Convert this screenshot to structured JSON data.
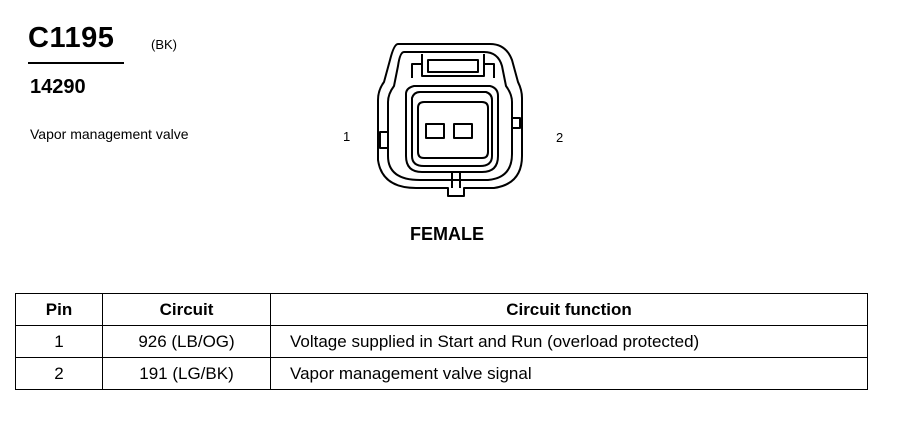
{
  "connector": {
    "id": "C1195",
    "color_code": "(BK)",
    "part_number": "14290",
    "description": "Vapor management valve",
    "gender": "FEMALE",
    "pin_left": "1",
    "pin_right": "2"
  },
  "table": {
    "headers": [
      "Pin",
      "Circuit",
      "Circuit function"
    ],
    "rows": [
      {
        "pin": "1",
        "circuit": "926 (LB/OG)",
        "function": "Voltage supplied in Start and Run (overload protected)"
      },
      {
        "pin": "2",
        "circuit": "191 (LG/BK)",
        "function": "Vapor management valve signal"
      }
    ]
  }
}
